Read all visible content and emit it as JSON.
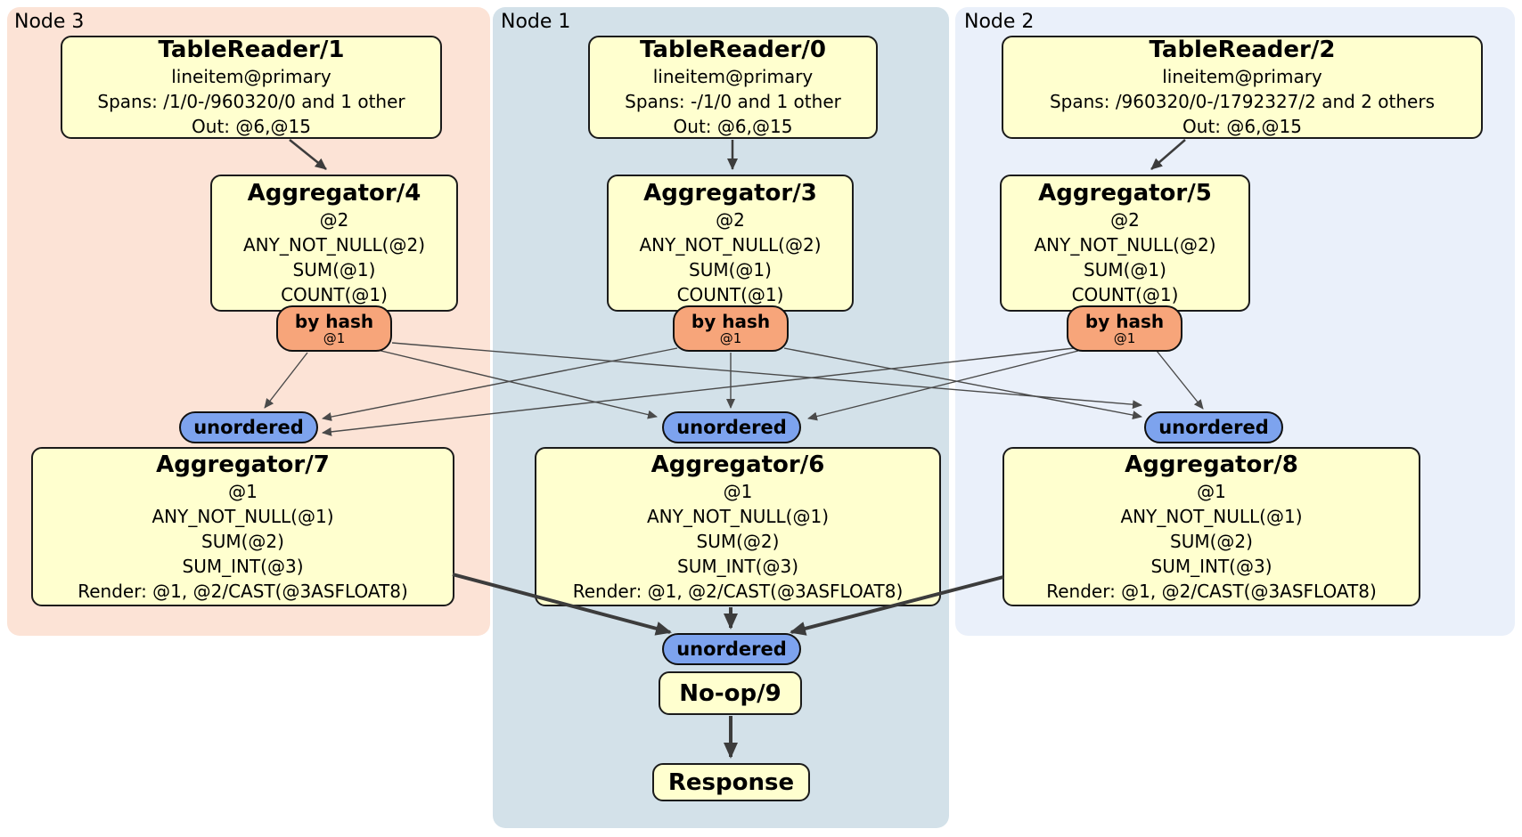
{
  "palette": {
    "node3_region": "#FCE3D6",
    "node1_region": "#D3E1E9",
    "node2_region": "#EAF0FA",
    "processor_box": "#FFFFCF",
    "hash_router": "#F7A57A",
    "stream_oval": "#7DA3EE",
    "edge": "#3C3C3C"
  },
  "regions": [
    {
      "label": "Node 3"
    },
    {
      "label": "Node 1"
    },
    {
      "label": "Node 2"
    }
  ],
  "nodes": {
    "tablereader1": {
      "title": "TableReader/1",
      "lines": [
        "lineitem@primary",
        "Spans: /1/0-/960320/0 and 1 other",
        "Out: @6,@15"
      ]
    },
    "tablereader0": {
      "title": "TableReader/0",
      "lines": [
        "lineitem@primary",
        "Spans: -/1/0 and 1 other",
        "Out: @6,@15"
      ]
    },
    "tablereader2": {
      "title": "TableReader/2",
      "lines": [
        "lineitem@primary",
        "Spans: /960320/0-/1792327/2 and 2 others",
        "Out: @6,@15"
      ]
    },
    "aggregator4": {
      "title": "Aggregator/4",
      "lines": [
        "@2",
        "ANY_NOT_NULL(@2)",
        "SUM(@1)",
        "COUNT(@1)"
      ]
    },
    "aggregator3": {
      "title": "Aggregator/3",
      "lines": [
        "@2",
        "ANY_NOT_NULL(@2)",
        "SUM(@1)",
        "COUNT(@1)"
      ]
    },
    "aggregator5": {
      "title": "Aggregator/5",
      "lines": [
        "@2",
        "ANY_NOT_NULL(@2)",
        "SUM(@1)",
        "COUNT(@1)"
      ]
    },
    "aggregator7": {
      "title": "Aggregator/7",
      "lines": [
        "@1",
        "ANY_NOT_NULL(@1)",
        "SUM(@2)",
        "SUM_INT(@3)",
        "Render: @1, @2/CAST(@3ASFLOAT8)"
      ]
    },
    "aggregator6": {
      "title": "Aggregator/6",
      "lines": [
        "@1",
        "ANY_NOT_NULL(@1)",
        "SUM(@2)",
        "SUM_INT(@3)",
        "Render: @1, @2/CAST(@3ASFLOAT8)"
      ]
    },
    "aggregator8": {
      "title": "Aggregator/8",
      "lines": [
        "@1",
        "ANY_NOT_NULL(@1)",
        "SUM(@2)",
        "SUM_INT(@3)",
        "Render: @1, @2/CAST(@3ASFLOAT8)"
      ]
    },
    "noop": {
      "title": "No-op/9"
    },
    "response": {
      "title": "Response"
    }
  },
  "routers": {
    "hash4": {
      "label": "by hash",
      "tag": "@1"
    },
    "hash3": {
      "label": "by hash",
      "tag": "@1"
    },
    "hash5": {
      "label": "by hash",
      "tag": "@1"
    },
    "unordered7": {
      "label": "unordered"
    },
    "unordered6": {
      "label": "unordered"
    },
    "unordered8": {
      "label": "unordered"
    },
    "unordered_final": {
      "label": "unordered"
    }
  }
}
